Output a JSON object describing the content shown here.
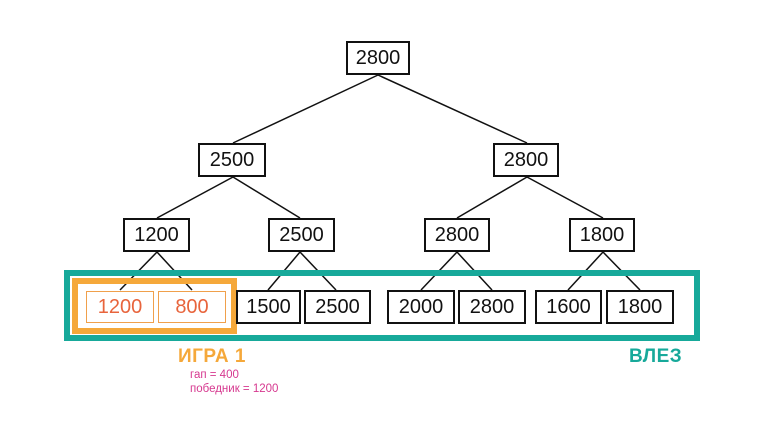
{
  "tree": {
    "root": "2800",
    "level1": [
      "2500",
      "2800"
    ],
    "level2": [
      "1200",
      "2500",
      "2800",
      "1800"
    ],
    "leaves": [
      "1200",
      "800",
      "1500",
      "2500",
      "2000",
      "2800",
      "1600",
      "1800"
    ]
  },
  "labels": {
    "game": "ИГРА 1",
    "input": "ВЛЕЗ",
    "gap": "гап = 400",
    "winner": "победник = 1200"
  },
  "colors": {
    "game": "#f5a83a",
    "input": "#17a99a",
    "note": "#d6388f",
    "leaf_text": "#e8643c"
  }
}
